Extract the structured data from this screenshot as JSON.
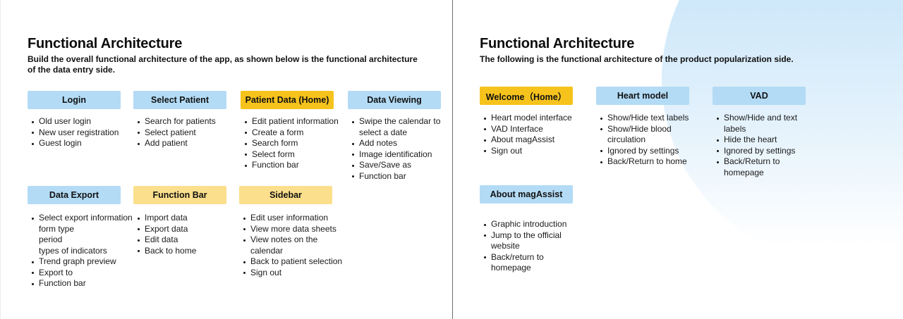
{
  "colors": {
    "blue": "#b3dbf5",
    "gold": "#f6c31d",
    "yellow": "#fbdf8d",
    "divider": "#707070",
    "circle": "#cfe8fa"
  },
  "panels": [
    {
      "id": "data-entry",
      "title": "Functional Architecture",
      "subtitle": "Build the overall functional architecture of the app, as shown below is the functional architecture\nof the data entry side.",
      "rows": [
        {
          "columns": [
            {
              "header": "Login",
              "style": "blue",
              "items": [
                "Old user login",
                "New user registration",
                "Guest login"
              ]
            },
            {
              "header": "Select Patient",
              "style": "blue",
              "items": [
                "Search for patients",
                "Select patient",
                "Add patient"
              ]
            },
            {
              "header": "Patient Data (Home)",
              "style": "gold",
              "items": [
                "Edit patient information",
                "Create a form",
                "Search form",
                "Select form",
                "Function bar"
              ]
            },
            {
              "header": "Data Viewing",
              "style": "blue",
              "items": [
                "Swipe the calendar to select a date",
                "Add notes",
                "Image identification",
                "Save/Save as",
                "Function bar"
              ]
            }
          ]
        },
        {
          "columns": [
            {
              "header": "Data Export",
              "style": "blue",
              "items": [
                "Select export information\nform type\nperiod\ntypes of indicators",
                "Trend graph preview",
                "Export to",
                "Function bar"
              ]
            },
            {
              "header": "Function Bar",
              "style": "yellow",
              "items": [
                "Import data",
                "Export data",
                "Edit data",
                "Back to home"
              ]
            },
            {
              "header": "Sidebar",
              "style": "yellow",
              "items": [
                "Edit user information",
                "View more data sheets",
                "View notes on the calendar",
                "Back to patient selection",
                "Sign out"
              ]
            }
          ]
        }
      ]
    },
    {
      "id": "popularization",
      "title": "Functional Architecture",
      "subtitle": "The following is the functional architecture of the product popularization side.",
      "rows": [
        {
          "columns": [
            {
              "header": "Welcome（Home）",
              "style": "gold",
              "items": [
                "Heart model interface",
                "VAD Interface",
                "About magAssist",
                "Sign out"
              ]
            },
            {
              "header": "Heart model",
              "style": "blue",
              "items": [
                "Show/Hide text labels",
                "Show/Hide blood circulation",
                "Ignored by settings",
                "Back/Return to home"
              ]
            },
            {
              "header": "VAD",
              "style": "blue",
              "items": [
                "Show/Hide and text labels",
                "Hide the heart",
                "Ignored by settings",
                "Back/Return to homepage"
              ]
            }
          ]
        },
        {
          "columns": [
            {
              "header": "About magAssist",
              "style": "blue",
              "items": [
                "Graphic introduction",
                "Jump to the official website",
                "Back/return to homepage"
              ]
            }
          ]
        }
      ]
    }
  ]
}
